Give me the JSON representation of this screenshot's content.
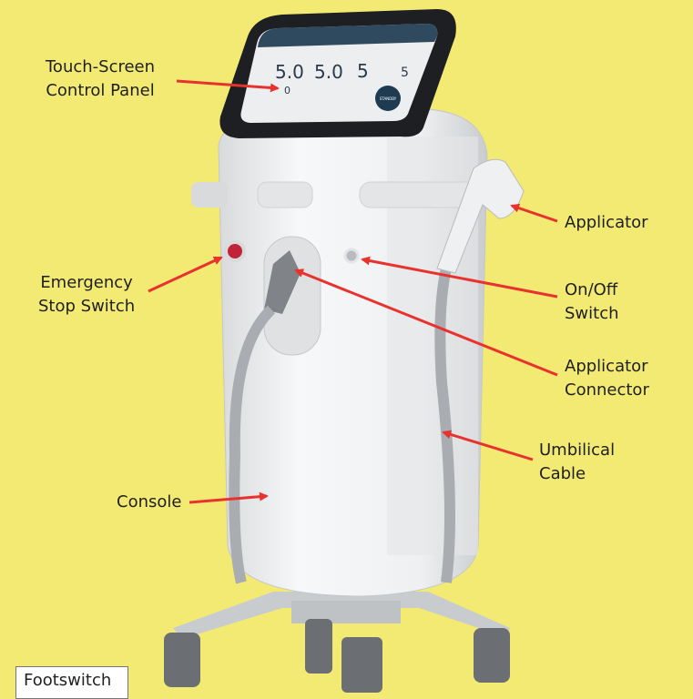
{
  "labels": {
    "touch_screen": [
      "Touch-Screen",
      "Control Panel"
    ],
    "applicator": "Applicator",
    "emergency_stop": [
      "Emergency",
      "Stop Switch"
    ],
    "on_off": [
      "On/Off",
      "Switch"
    ],
    "applicator_connector": [
      "Applicator",
      "Connector"
    ],
    "umbilical_cable": [
      "Umbilical",
      "Cable"
    ],
    "console": "Console",
    "footswitch": "Footswitch"
  },
  "screen": {
    "value1": "5.0",
    "value2": "5.0",
    "value3": "5",
    "value4": "5",
    "counter": "0",
    "standby_button": "STANDBY"
  },
  "colors": {
    "background": "#f3ea73",
    "arrow": "#e8322e",
    "console": "#f2f3f4"
  }
}
